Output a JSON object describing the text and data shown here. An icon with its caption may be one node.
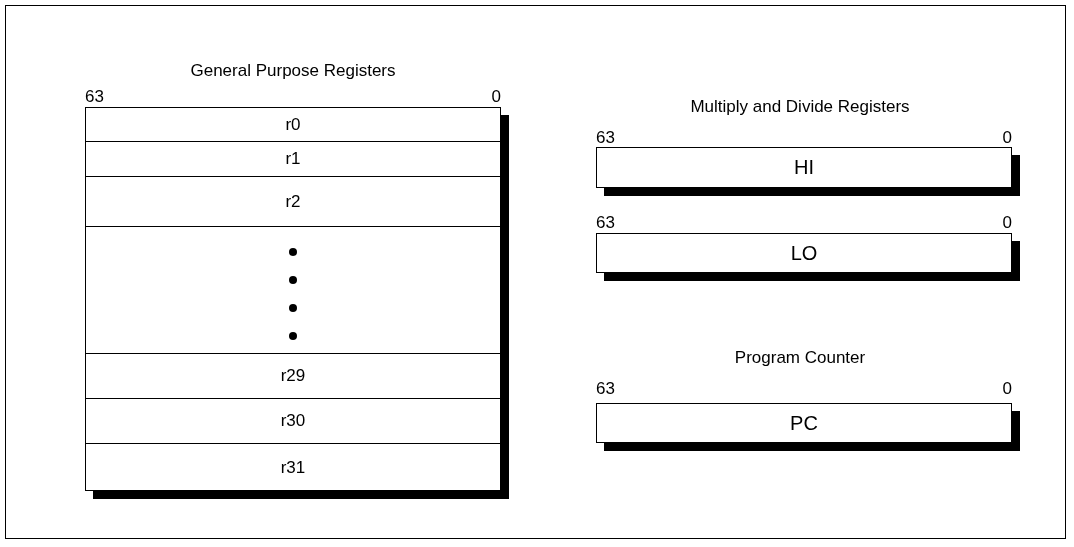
{
  "diagram": {
    "nodes": [
      {
        "text": [
          "General Purpose Registers"
        ]
      },
      {
        "text": [
          "r0"
        ],
        "in": 0
      },
      {
        "text": [
          "r1"
        ],
        "in": 0
      },
      {
        "text": [
          "r2"
        ],
        "in": 0
      },
      {
        "text": [],
        "shape": "box",
        "in": 0
      },
      {
        "text": [
          "r29"
        ],
        "in": 0
      },
      {
        "text": [
          "r30"
        ],
        "in": 0
      },
      {
        "text": [
          "r31"
        ],
        "in": 0
      },
      {
        "text": [
          "HI"
        ]
      },
      {
        "text": [
          "LO"
        ]
      },
      {
        "text": [
          "PC"
        ]
      }
    ],
    "edges": [],
    "labels": [
      "63",
      "0",
      "Multiply and Divide Registers",
      "63",
      "0",
      "63",
      "0",
      "Program Counter",
      "63",
      "0"
    ]
  }
}
